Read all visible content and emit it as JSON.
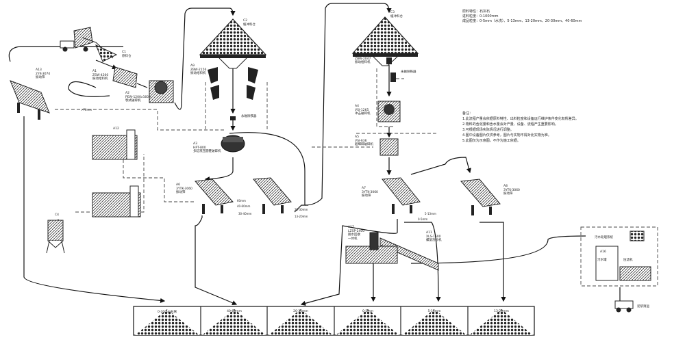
{
  "info": {
    "line1": "原料特性：石灰石",
    "line2": "进料粒度：0-1000mm",
    "line3": "成品粒度：0-5mm（水洗）、5-13mm、13-20mm、20-30mm、40-60mm"
  },
  "notes": {
    "title": "备注：",
    "items": [
      "1.此流程产量会依据原料特性、出料粒度和设备运行维护条件变化有所差异。",
      "2.物料的含泥量和含水量会对产量、设备、流程产生重要影响。",
      "3.可根据现场实际情况进行调整。",
      "4.图中设备图片仅供参考，图片与实物不得对比实物为准。",
      "5.此图仅为示意图，不作为施工依据。"
    ]
  },
  "equipment": {
    "c1": "C1\n原料仓",
    "a1": "A1\nZSW-4200\n振动给料机",
    "a2": "A2\nPEW-1200x1600\n颚式破碎机",
    "a13": "A13\n2YK-3074\n振动筛",
    "c2": "C2\n缓冲料仓",
    "a9": "A9\nZBW-2156\n振动给料机",
    "a3": "A3\nHPT-800\n多缸液压圆锥破碎机",
    "a6": "A6\n3YTK-3060\n振动筛",
    "a12": "A12",
    "c4": "C4",
    "c3": "C3\n缓冲料仓",
    "a10": "A10\nZBW-2047\n振动给料机",
    "a4": "A4\nVSI-1265\n冲击破碎机",
    "a5": "A5\nVSI-636\n超细碎破碎机",
    "a7": "A7\n3YTK-3060\n振动筛",
    "a8": "A8\n3YTK-3060\n振动筛",
    "a17": "A17\nLZSP-2400\n脱水回收\n一体机",
    "a11": "A11\nXLS-1500\n螺旋洗砂机",
    "a16": "A16",
    "magnet1": "永磁除铁器",
    "magnet2": "永磁除铁器",
    "sewage_title": "污水处理系统",
    "sewage_tank": "污水罐",
    "filter_press": "压滤机",
    "truck_label": "泥浆清运"
  },
  "line_labels": {
    "l1": ">70mm",
    "l2": "60mm",
    "l3": "40-60mm",
    "l4": "30-40mm",
    "l5": "20-30mm",
    "l6": "13-20mm",
    "l7": "0-5mm",
    "l8": "5-13mm"
  },
  "bins": [
    "0-20mm石屑",
    "40-60mm",
    "20-30mm",
    "0-5mm",
    "5-13mm",
    "13-20mm"
  ]
}
